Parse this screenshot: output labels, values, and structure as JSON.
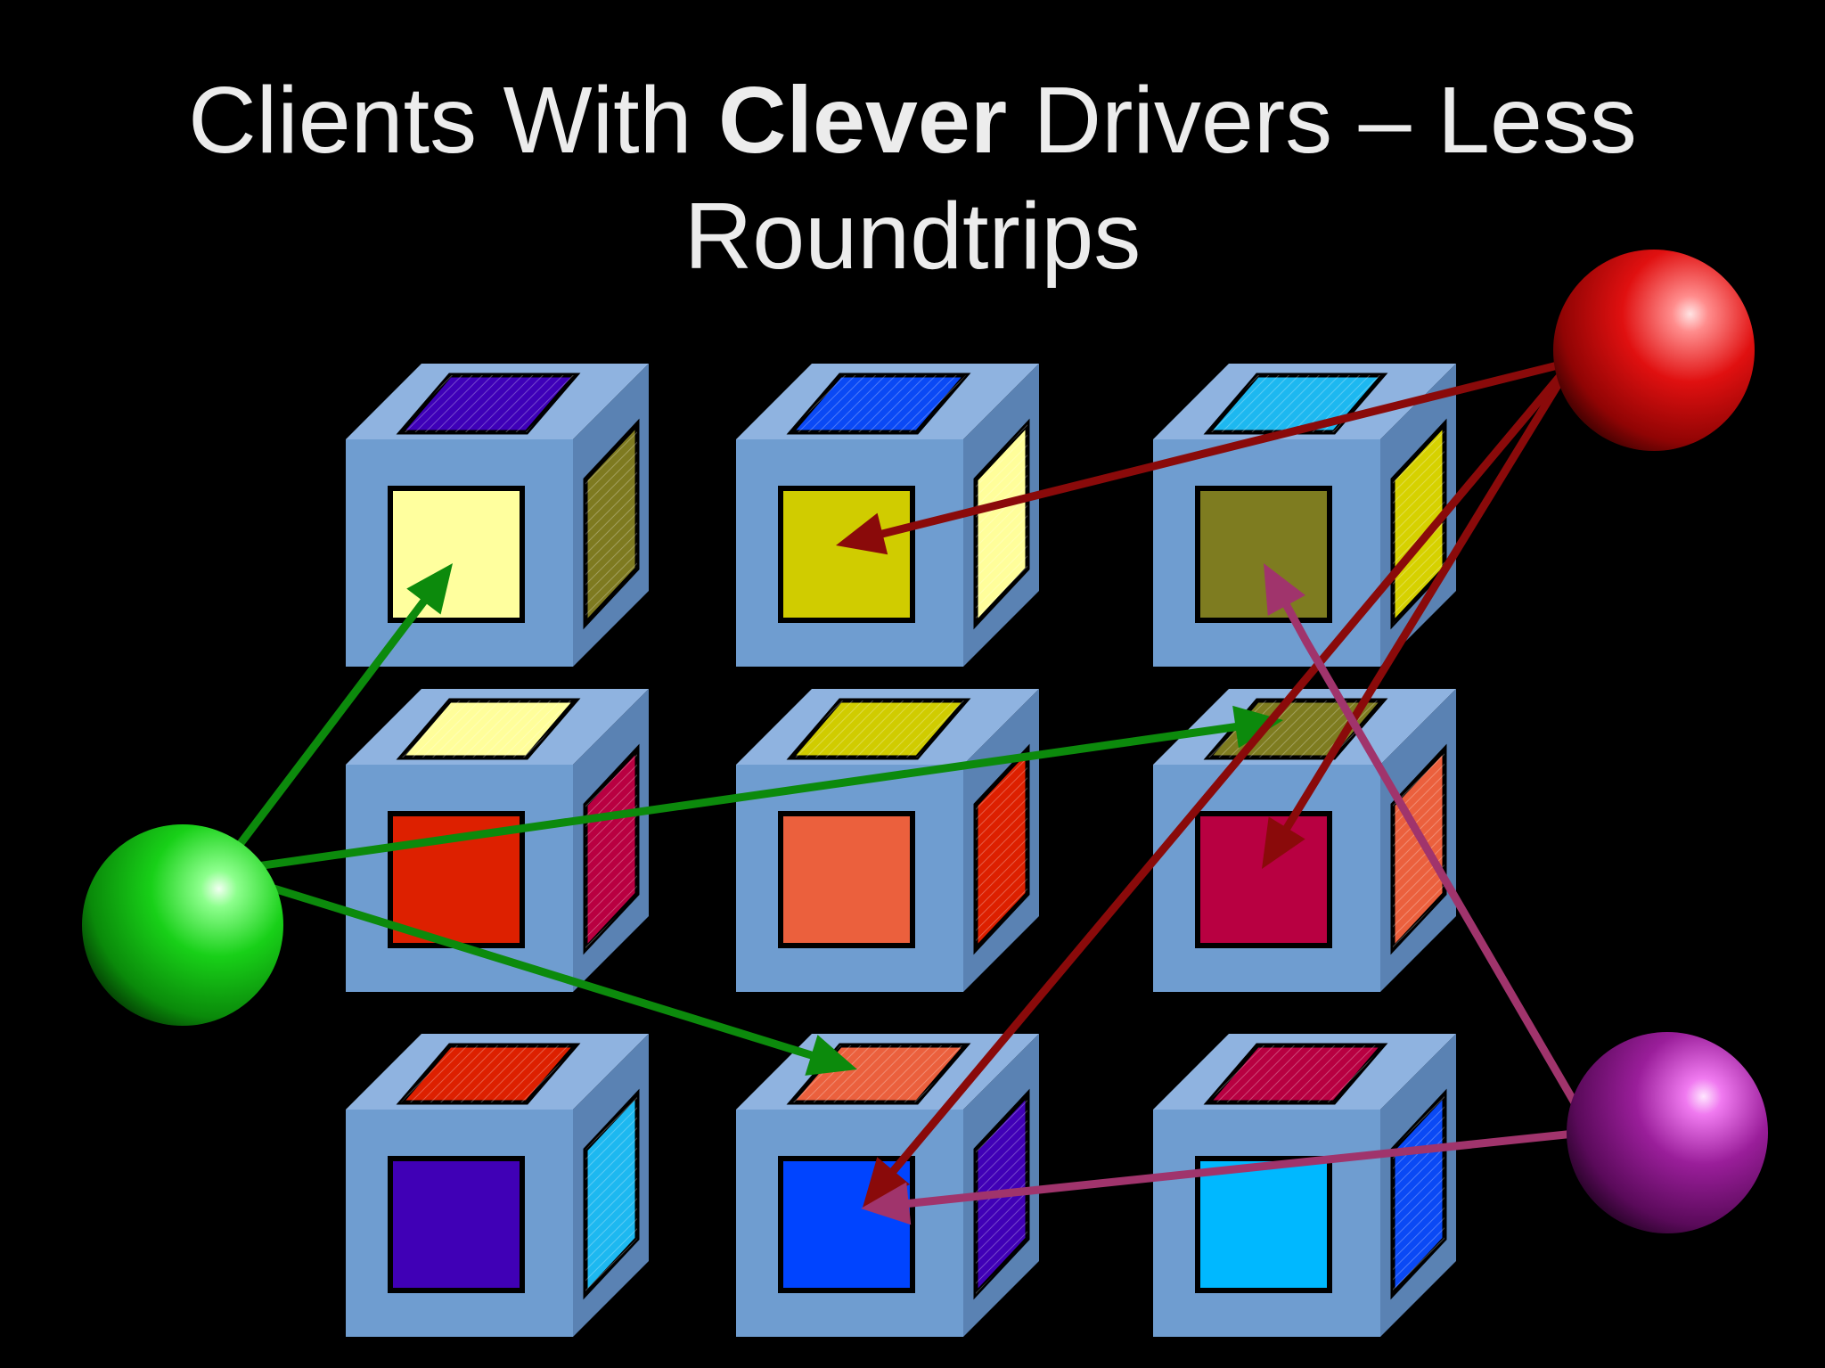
{
  "slide": {
    "title_part1": "Clients With ",
    "title_bold": "Clever",
    "title_part2": " Drivers – Less",
    "title_line2": "Roundtrips"
  },
  "colors": {
    "background": "#000000",
    "cube_front": "#6f9dd0",
    "cube_top": "#8fb3e0",
    "cube_side": "#5a82b3",
    "arrow_green": "#0c8a0c",
    "arrow_red": "#8a0a0a",
    "arrow_purple": "#a0346c"
  },
  "cubes": [
    {
      "name": "cube-r1c1",
      "front": "#ffff9e",
      "top": "#3e00b8",
      "side": "#7e7a20",
      "side_hatched": true
    },
    {
      "name": "cube-r1c2",
      "front": "#d0cc00",
      "top": "#0a49f5",
      "side": "#fffe9a",
      "side_hatched": true
    },
    {
      "name": "cube-r1c3",
      "front": "#7e7c20",
      "top": "#1db8f0",
      "side": "#d6d100",
      "side_hatched": true
    },
    {
      "name": "cube-r2c1",
      "front": "#dd2000",
      "top": "#fffe9a",
      "side": "#b90041",
      "side_hatched": true
    },
    {
      "name": "cube-r2c2",
      "front": "#eb603d",
      "top": "#d0cc00",
      "side": "#dd2000",
      "side_hatched": true
    },
    {
      "name": "cube-r2c3",
      "front": "#b80041",
      "top": "#7e7c20",
      "side": "#eb603d",
      "side_hatched": true
    },
    {
      "name": "cube-r3c1",
      "front": "#4000b6",
      "top": "#dd2000",
      "side": "#1db8f0",
      "side_hatched": true
    },
    {
      "name": "cube-r3c2",
      "front": "#0044ff",
      "top": "#eb603d",
      "side": "#4000b6",
      "side_hatched": true
    },
    {
      "name": "cube-r3c3",
      "front": "#00b8ff",
      "top": "#b80041",
      "side": "#0a49f5",
      "side_hatched": true
    }
  ],
  "clients": [
    {
      "name": "green-client-sphere",
      "color": "#1acc1a",
      "targets": [
        "cube-r1c1",
        "cube-r2c3",
        "cube-r3c2"
      ]
    },
    {
      "name": "red-client-sphere",
      "color": "#e01010",
      "targets": [
        "cube-r1c2",
        "cube-r2c3",
        "cube-r3c2"
      ]
    },
    {
      "name": "purple-client-sphere",
      "color": "#8a1a8a",
      "targets": [
        "cube-r1c3",
        "cube-r3c2"
      ]
    }
  ]
}
